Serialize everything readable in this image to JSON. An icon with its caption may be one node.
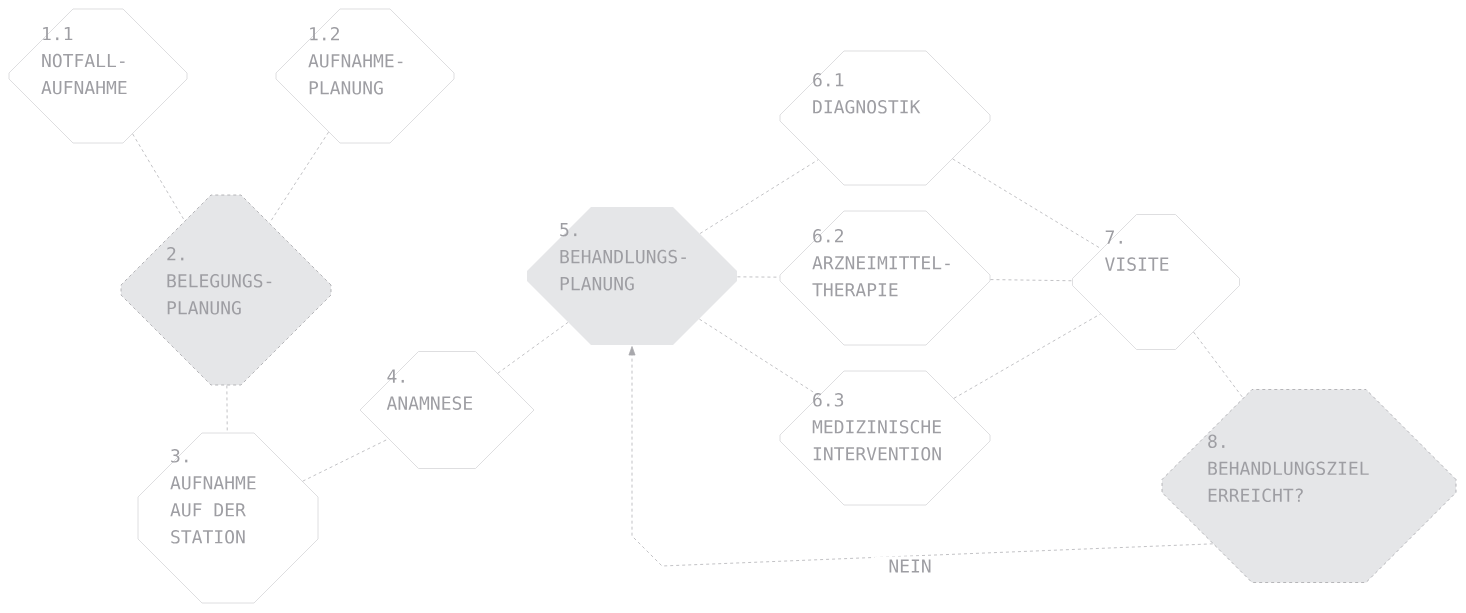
{
  "diagram": {
    "nodes": [
      {
        "text": [
          "1.1",
          "NOTFALL-AUFNAHME"
        ]
      },
      {
        "text": [
          "1.2",
          "AUFNAHME-PLANUNG"
        ]
      },
      {
        "text": [
          "2.",
          "BELEGUNGS-PLANUNG"
        ]
      },
      {
        "text": [
          "3.",
          "AUFNAHME AUF DER STATION"
        ]
      },
      {
        "text": [
          "4.",
          "ANAMNESE"
        ]
      },
      {
        "text": [
          "5.",
          "BEHANDLUNGS-PLANUNG"
        ]
      },
      {
        "text": [
          "6.1",
          "DIAGNOSTIK"
        ]
      },
      {
        "text": [
          "6.2",
          "ARZNEIMITTEL-THERAPIE"
        ]
      },
      {
        "text": [
          "6.3",
          "MEDIZINISCHE INTERVENTION"
        ]
      },
      {
        "text": [
          "7.",
          "VISITE"
        ]
      },
      {
        "text": [
          "8.",
          "BEHANDLUNGSZIEL ERREICHT?"
        ]
      }
    ],
    "edges": [
      {
        "from": 0,
        "to": 2,
        "arrow": "none"
      },
      {
        "from": 1,
        "to": 2,
        "arrow": "none"
      },
      {
        "from": 2,
        "to": 3,
        "arrow": "none"
      },
      {
        "from": 3,
        "to": 4,
        "arrow": "none"
      },
      {
        "from": 4,
        "to": 5,
        "arrow": "none"
      },
      {
        "from": 5,
        "to": 6,
        "arrow": "none"
      },
      {
        "from": 5,
        "to": 7,
        "arrow": "none"
      },
      {
        "from": 5,
        "to": 8,
        "arrow": "none"
      },
      {
        "from": 6,
        "to": 9,
        "arrow": "none"
      },
      {
        "from": 7,
        "to": 9,
        "arrow": "none"
      },
      {
        "from": 8,
        "to": 9,
        "arrow": "none"
      },
      {
        "from": 9,
        "to": 10,
        "arrow": "none"
      },
      {
        "from": 10,
        "to": 5,
        "arrow": "to",
        "label": "NEIN"
      }
    ]
  }
}
